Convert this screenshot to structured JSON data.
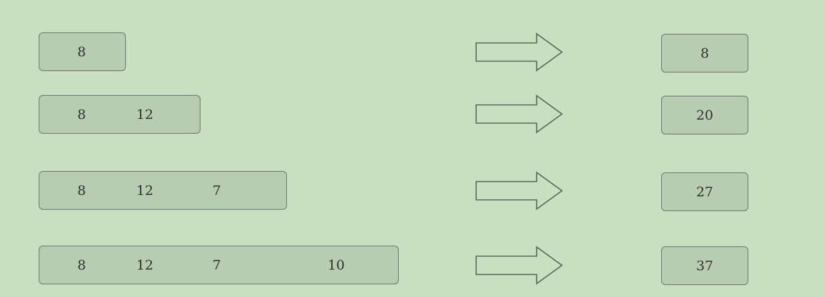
{
  "rows": [
    {
      "segments": [
        "8"
      ],
      "result": "8"
    },
    {
      "segments": [
        "8",
        "12"
      ],
      "result": "20"
    },
    {
      "segments": [
        "8",
        "12",
        "7"
      ],
      "result": "27"
    },
    {
      "segments": [
        "8",
        "12",
        "7",
        "10"
      ],
      "result": "37"
    }
  ],
  "colors": {
    "background": "#c9e0c0",
    "box_fill": "#b8ccb1",
    "box_border": "#6f766c",
    "arrow_stroke": "#5e655b"
  }
}
